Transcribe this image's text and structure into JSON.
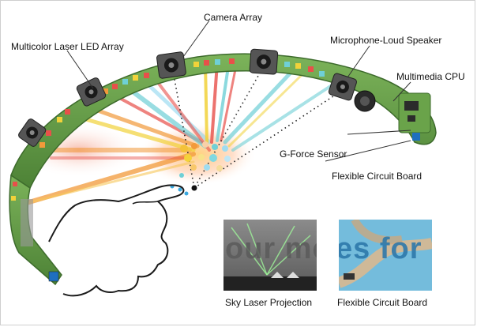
{
  "labels": {
    "camera_array": "Camera Array",
    "multicolor_laser": "Multicolor Laser LED Array",
    "mic_speaker": "Microphone-Loud Speaker",
    "multimedia_cpu": "Multimedia CPU",
    "g_force": "G-Force Sensor",
    "flexible_board": "Flexible Circuit Board"
  },
  "photos": {
    "sky": {
      "text": "our memo",
      "caption": "Sky Laser Projection"
    },
    "circuit": {
      "text": "es for ie",
      "caption": "Flexible Circuit Board"
    }
  },
  "colors": {
    "board": "#5f9a45",
    "board_dark": "#3d6b2c",
    "laser_red": "#e8504a",
    "laser_yellow": "#f2d23a",
    "laser_orange": "#f29a3a",
    "laser_cyan": "#6fd0d6"
  }
}
